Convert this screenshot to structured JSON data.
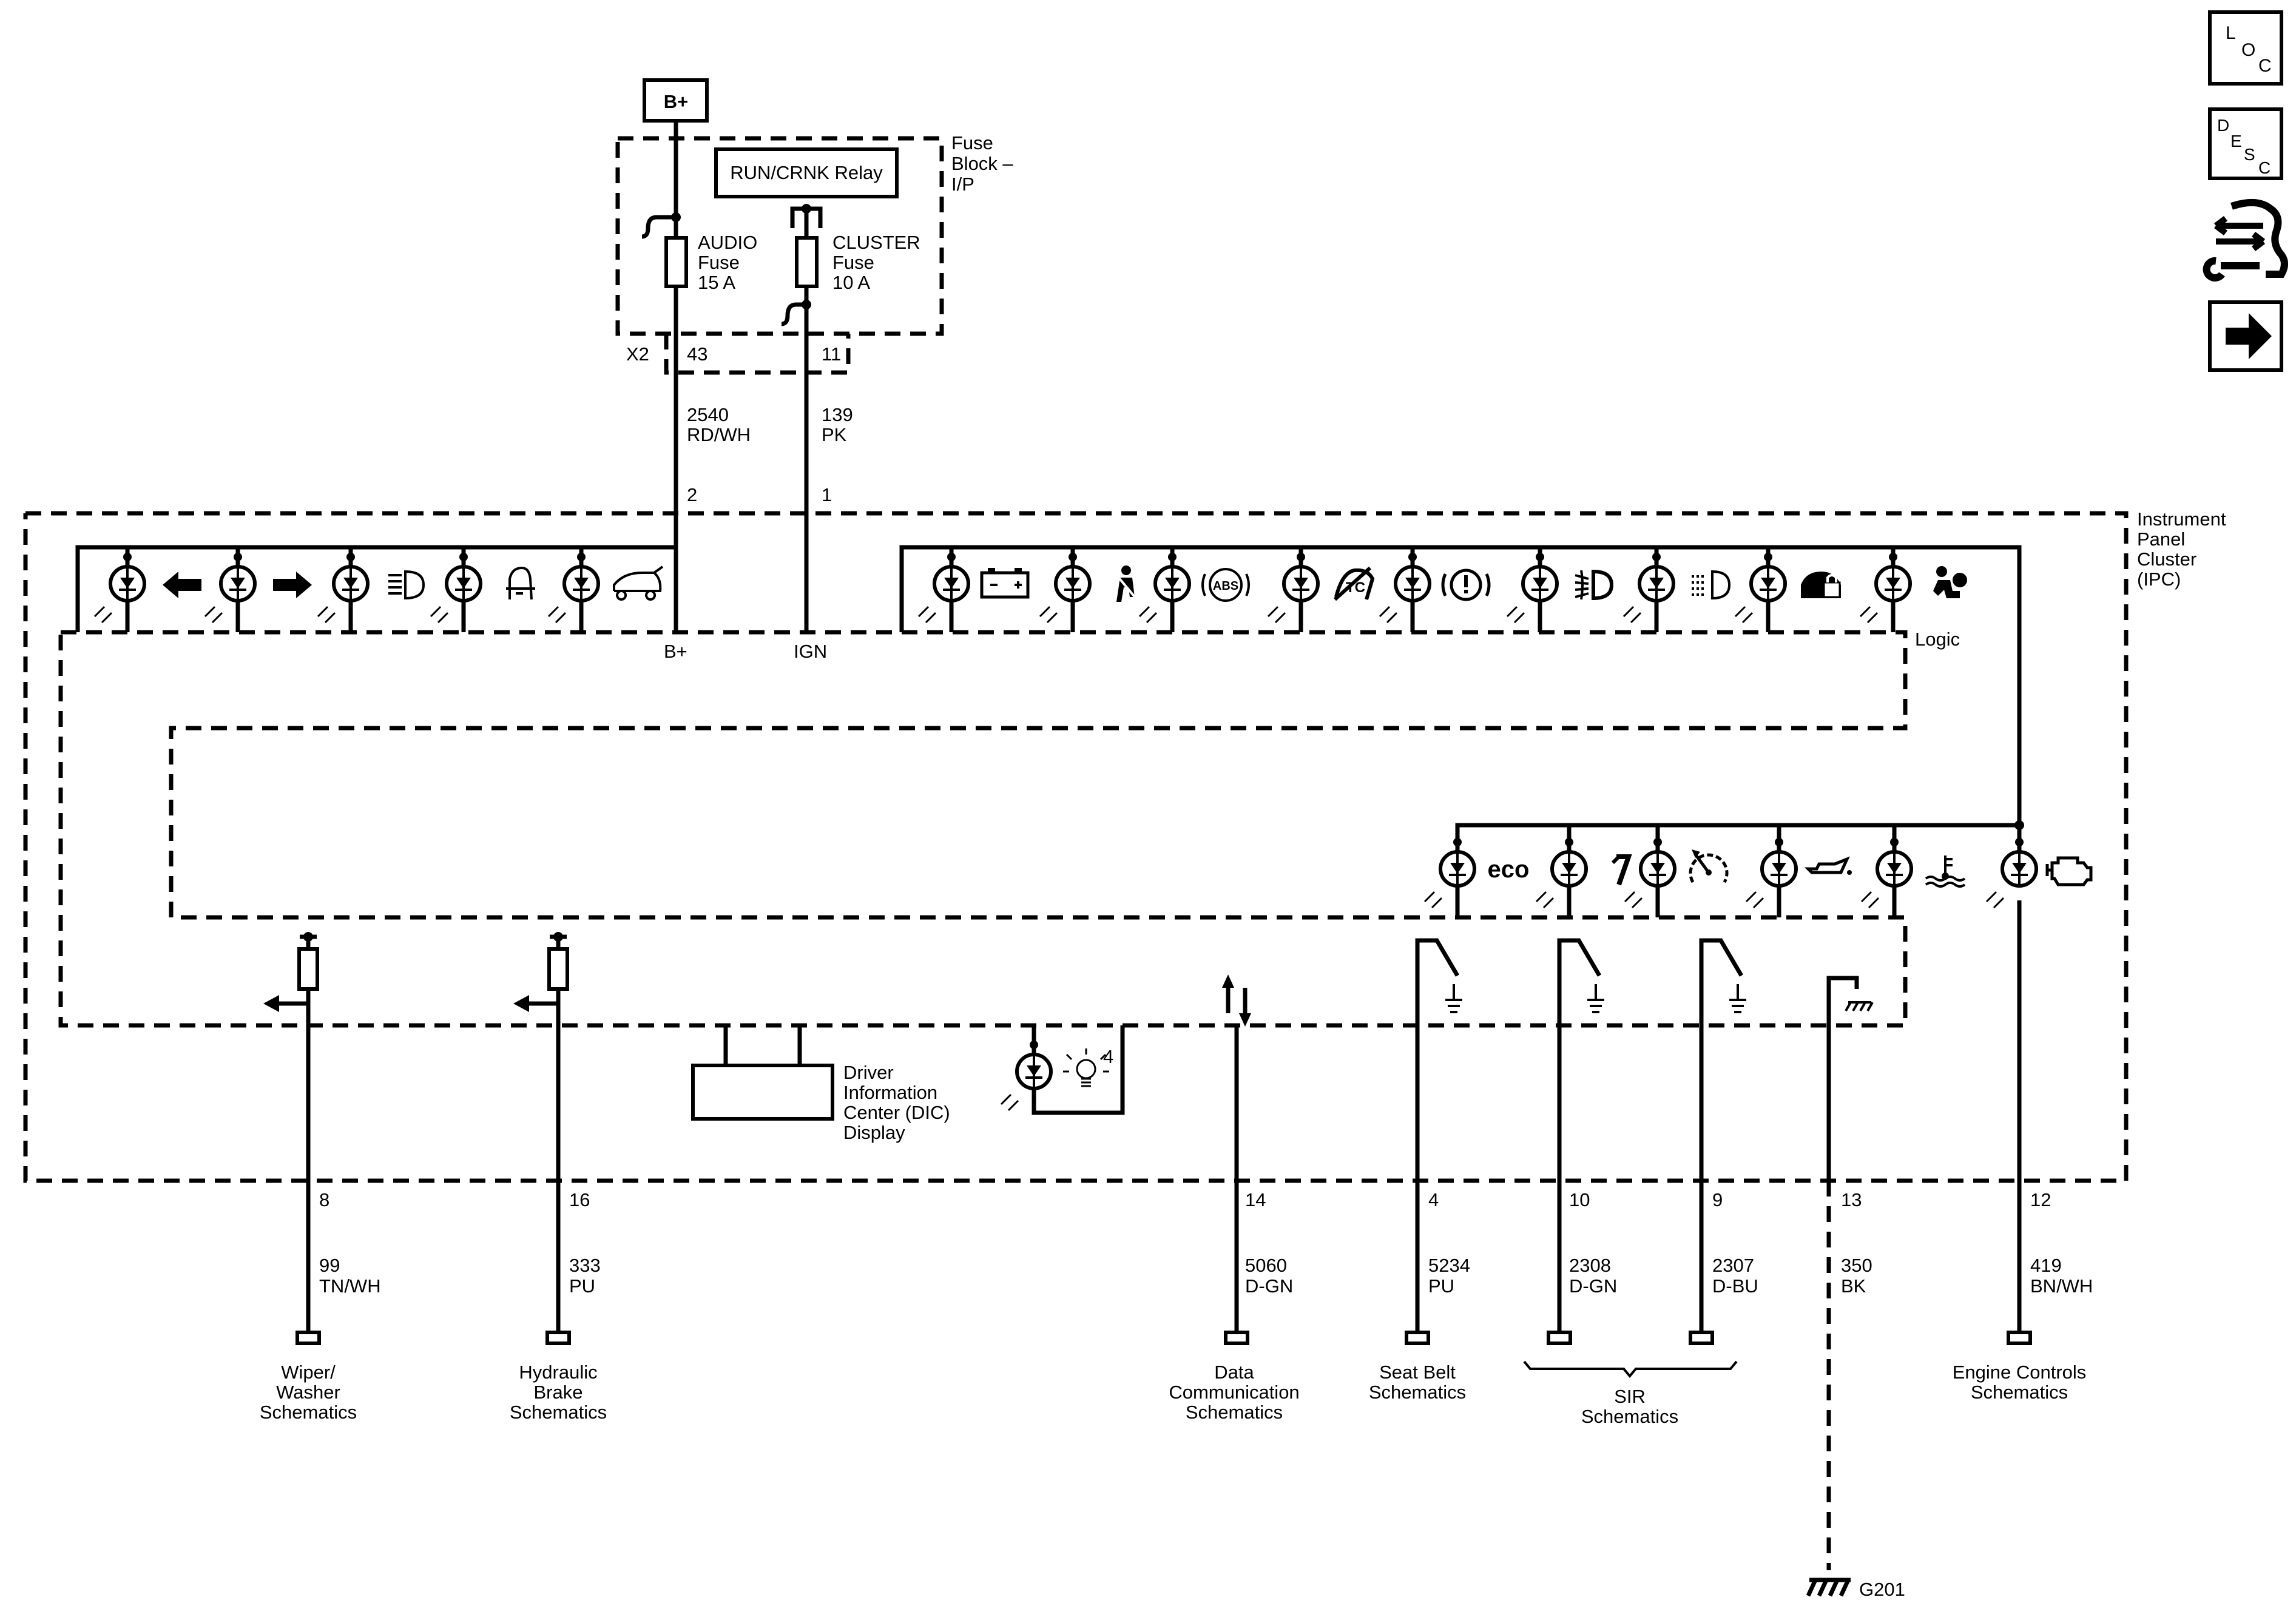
{
  "source": {
    "label": "B+"
  },
  "fuse_block": {
    "title": [
      "Fuse",
      "Block –",
      "I/P"
    ],
    "relay": "RUN/CRNK Relay",
    "connector": "X2",
    "fuses": [
      {
        "name": [
          "AUDIO",
          "Fuse",
          "15 A"
        ],
        "pin": "43",
        "circuit": "2540",
        "color": "RD/WH",
        "ipc_pin": "2",
        "ipc_label": "B+"
      },
      {
        "name": [
          "CLUSTER",
          "Fuse",
          "10 A"
        ],
        "pin": "11",
        "circuit": "139",
        "color": "PK",
        "ipc_pin": "1",
        "ipc_label": "IGN"
      }
    ]
  },
  "cluster": {
    "title": [
      "Instrument",
      "Panel",
      "Cluster",
      "(IPC)"
    ],
    "logic_label": "Logic",
    "dic": [
      "Driver",
      "Information",
      "Center (DIC)",
      "Display"
    ],
    "backlight_number": "4",
    "eco_text": "eco",
    "abs_text": "ABS",
    "tc_text": "TC",
    "lamps_left": [
      "left-turn-icon",
      "right-turn-icon",
      "high-beam-icon",
      "door-ajar-icon",
      "liftgate-ajar-icon"
    ],
    "lamps_top": [
      "battery-icon",
      "seat-belt-icon",
      "abs-icon",
      "traction-control-off-icon",
      "brake-warning-icon",
      "fog-lamp-icon",
      "headlamp-on-icon",
      "security-icon",
      "airbag-icon"
    ],
    "lamps_bottom": [
      "eco-icon",
      "upshift-icon",
      "cruise-control-icon",
      "oil-pressure-icon",
      "coolant-temperature-icon",
      "check-engine-icon"
    ]
  },
  "outputs": [
    {
      "pin": "8",
      "circuit": "99",
      "color": "TN/WH",
      "dest": [
        "Wiper/",
        "Washer",
        "Schematics"
      ]
    },
    {
      "pin": "16",
      "circuit": "333",
      "color": "PU",
      "dest": [
        "Hydraulic",
        "Brake",
        "Schematics"
      ]
    },
    {
      "pin": "14",
      "circuit": "5060",
      "color": "D-GN",
      "dest": [
        "Data",
        "Communication",
        "Schematics"
      ]
    },
    {
      "pin": "4",
      "circuit": "5234",
      "color": "PU",
      "dest": [
        "Seat Belt",
        "Schematics"
      ]
    },
    {
      "pin": "10",
      "circuit": "2308",
      "color": "D-GN",
      "dest": []
    },
    {
      "pin": "9",
      "circuit": "2307",
      "color": "D-BU",
      "dest": []
    },
    {
      "pin": "13",
      "circuit": "350",
      "color": "BK",
      "dest": []
    },
    {
      "pin": "12",
      "circuit": "419",
      "color": "BN/WH",
      "dest": [
        "Engine Controls",
        "Schematics"
      ]
    }
  ],
  "sir": {
    "dest": [
      "SIR",
      "Schematics"
    ]
  },
  "ground": {
    "label": "G201"
  },
  "side_nav": {
    "loc": [
      "L",
      "O",
      "C"
    ],
    "desc": [
      "D",
      "E",
      "S",
      "C"
    ],
    "items": [
      "loc-button",
      "desc-button",
      "connector-repair-icon",
      "next-arrow-button"
    ]
  }
}
